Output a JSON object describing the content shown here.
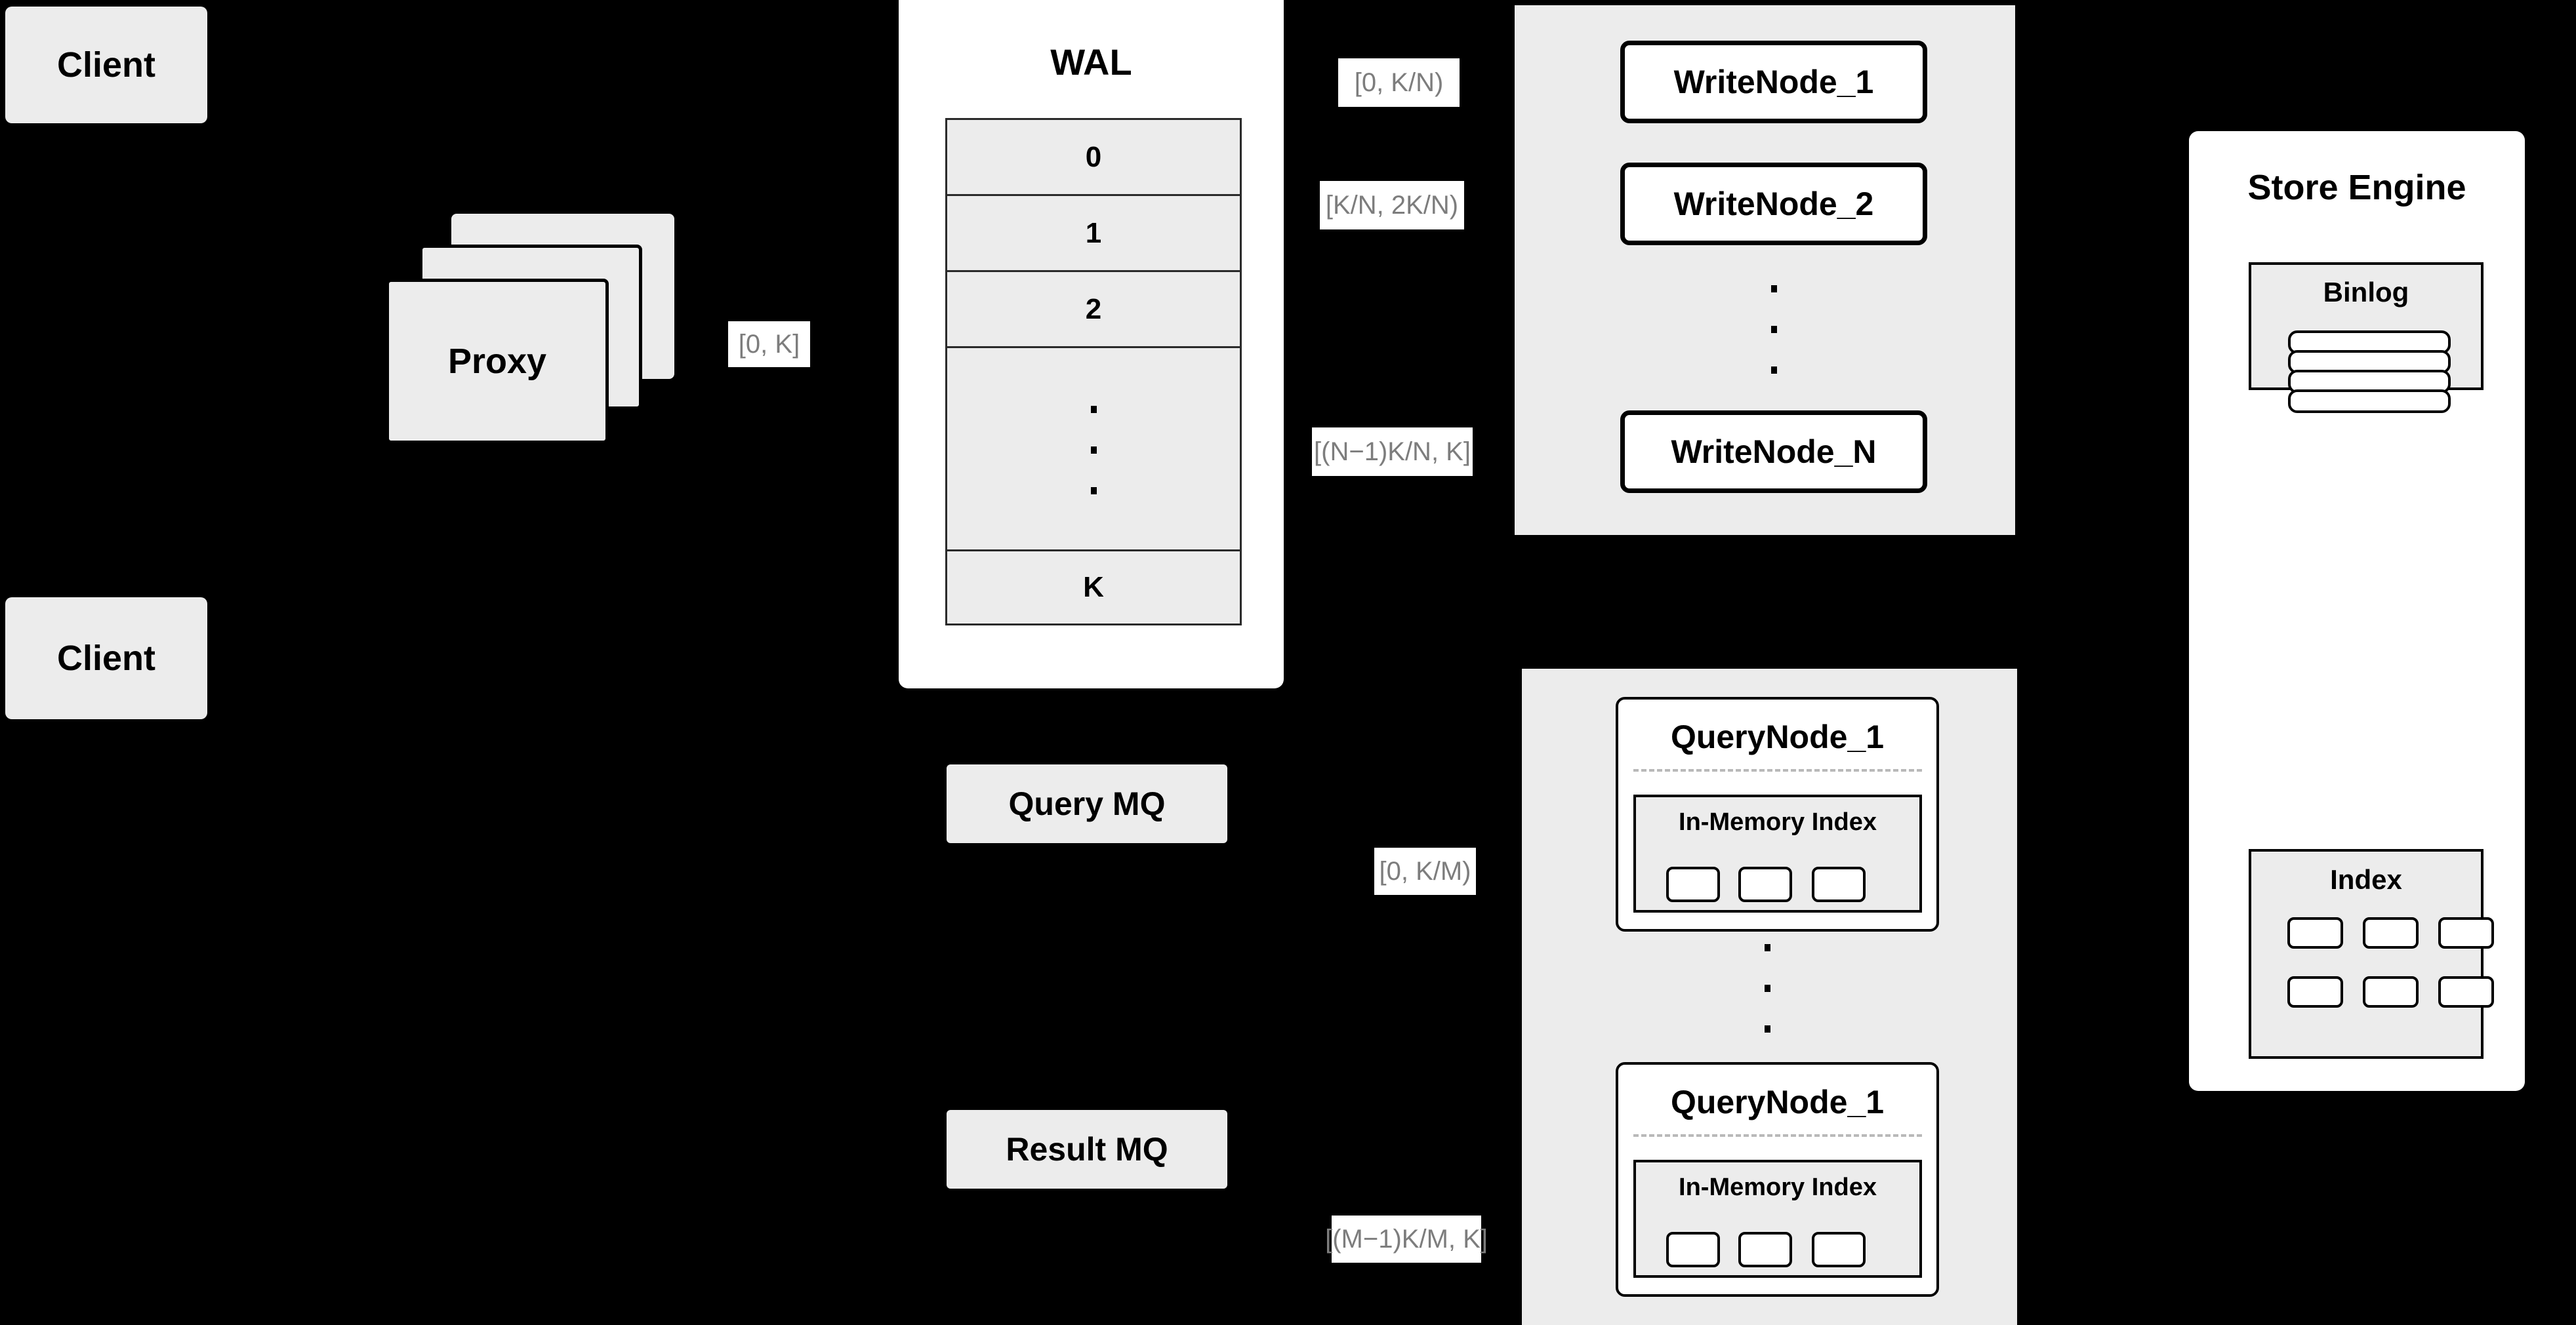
{
  "diagram": {
    "title": "Distributed Write/Query Architecture",
    "background_color": "#000000",
    "block_fill": "#ECECEC",
    "panel_fill": "#FFFFFF",
    "stroke_color": "#000000",
    "label_text_color": "#7D7D7D"
  },
  "clients": [
    {
      "label": "Client"
    },
    {
      "label": "Client"
    }
  ],
  "proxy": {
    "label": "Proxy",
    "stack_count": 3,
    "output_range_label": "[0, K]"
  },
  "wal": {
    "title": "WAL",
    "rows": [
      "0",
      "1",
      "2",
      "⋮",
      "K"
    ],
    "ellipsis_row_index": 3,
    "ellipsis_dots": 3
  },
  "write_cluster": {
    "nodes": [
      {
        "label": "WriteNode_1",
        "range_label": "[0,  K/N)"
      },
      {
        "label": "WriteNode_2",
        "range_label": "[K/N, 2K/N)"
      },
      {
        "label": "WriteNode_N",
        "range_label": "[(N−1)K/N,  K]"
      }
    ],
    "ellipsis_dots": 3
  },
  "query_mq": {
    "label": "Query MQ"
  },
  "result_mq": {
    "label": "Result MQ"
  },
  "query_cluster": {
    "nodes": [
      {
        "label": "QueryNode_1",
        "range_label": "[0, K/M)",
        "index": {
          "title": "In-Memory Index",
          "segment_count": 3
        }
      },
      {
        "label": "QueryNode_1",
        "range_label": "[(M−1)K/M, K]",
        "index": {
          "title": "In-Memory Index",
          "segment_count": 3
        }
      }
    ],
    "ellipsis_dots": 3
  },
  "store_engine": {
    "title": "Store Engine",
    "binlog": {
      "title": "Binlog",
      "bar_count": 4
    },
    "index": {
      "title": "Index",
      "cell_count": 6,
      "columns": 3,
      "rows": 2
    }
  }
}
